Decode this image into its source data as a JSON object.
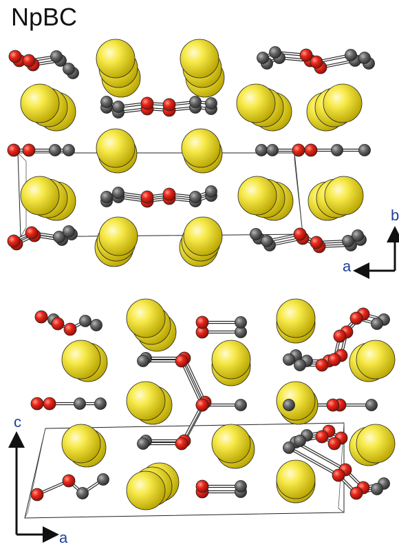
{
  "figure": {
    "title": "NpBC",
    "panels": [
      {
        "id": "top",
        "view_axes": {
          "horizontal": "a",
          "vertical": "b"
        }
      },
      {
        "id": "bottom",
        "view_axes": {
          "horizontal": "a",
          "vertical": "c"
        }
      }
    ]
  },
  "legend_colors": {
    "np_atom": "#f5e642",
    "boron_atom": "#e8271b",
    "carbon_atom": "#666666",
    "axis_label": "#1f3f9a"
  }
}
